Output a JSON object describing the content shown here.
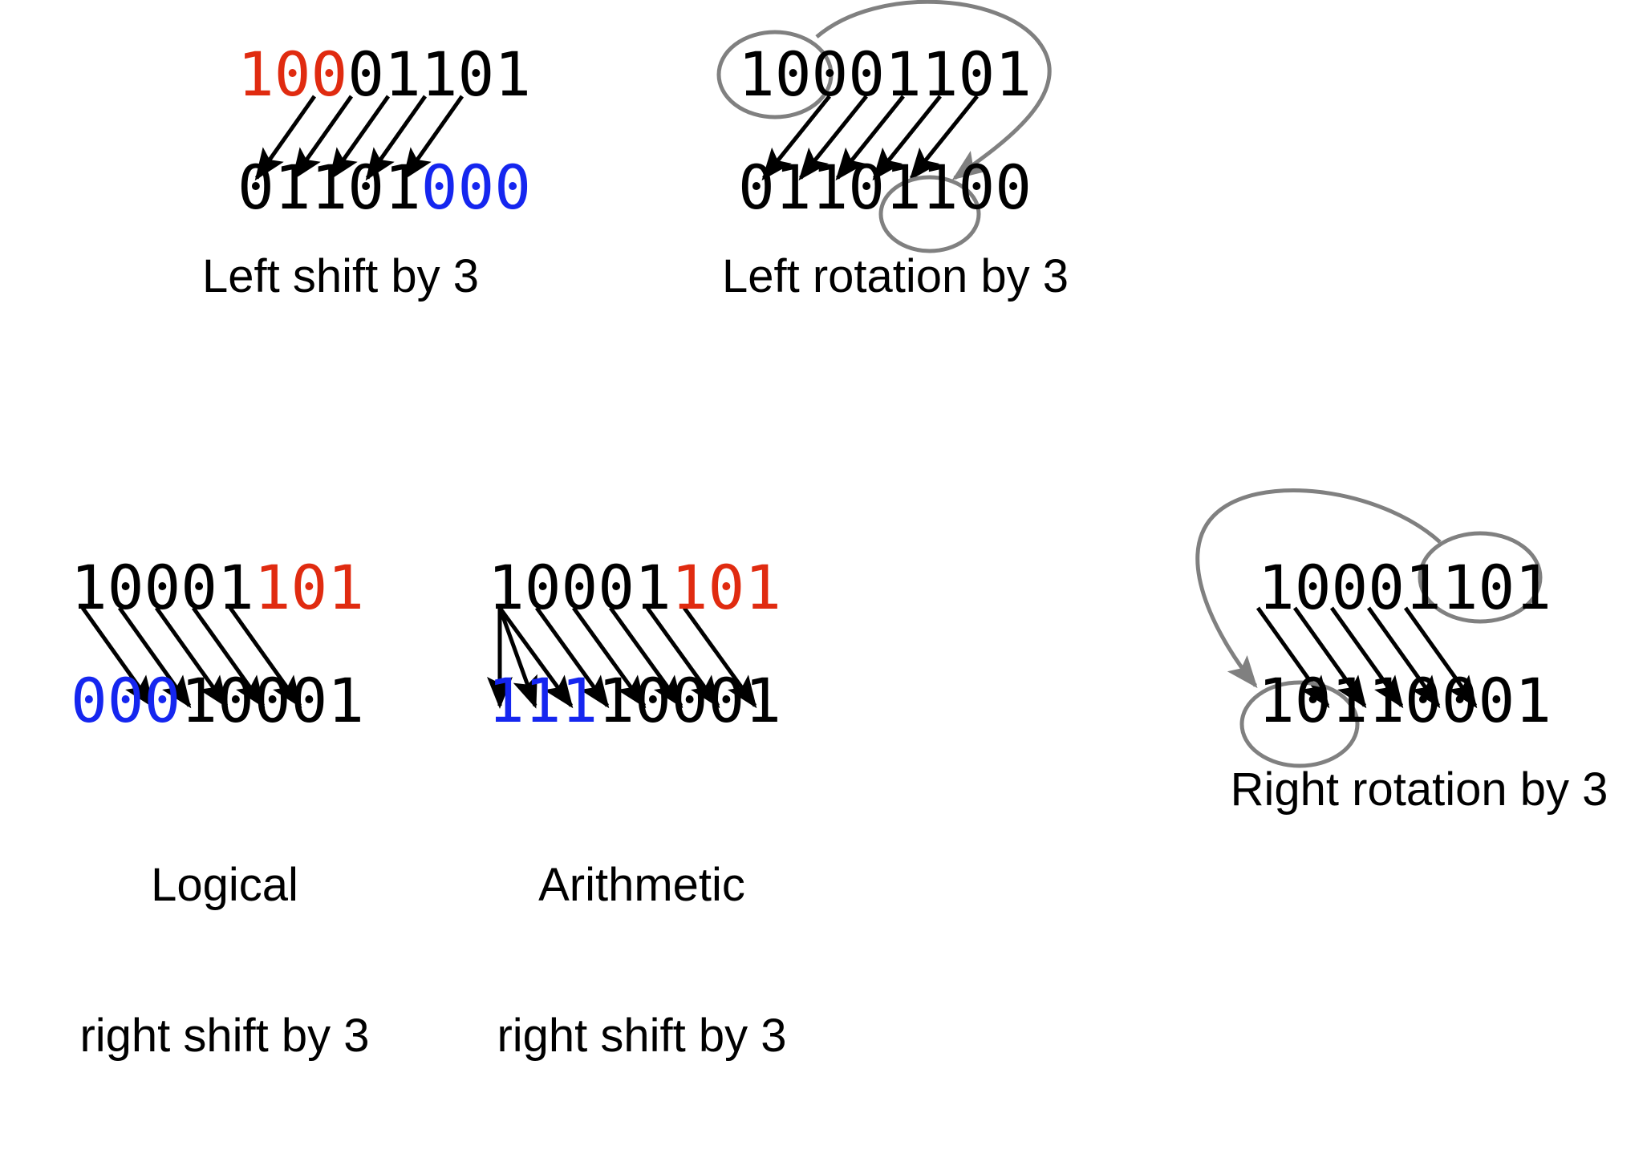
{
  "figure": {
    "title": "Bit shift and rotation operations on an 8-bit value",
    "background": "#ffffff",
    "colors": {
      "highlight_out": "#e02b10",
      "fill_in": "#1526ef",
      "text": "#000000",
      "annotation": "#808080"
    }
  },
  "panels": [
    {
      "id": "left-shift",
      "caption": "Left shift by 3",
      "caption_line2": "",
      "input": {
        "prefix": "100",
        "prefix_color": "highlight_out",
        "rest": "01101"
      },
      "output": {
        "head": "01101",
        "suffix": "000",
        "suffix_color": "fill_in"
      },
      "input_full": "10001101",
      "output_full": "01101000",
      "arrows": 5,
      "rotation_arc": false
    },
    {
      "id": "left-rotation",
      "caption": "Left rotation by 3",
      "caption_line2": "",
      "input_full": "10001101",
      "output_full": "01101100",
      "circle_in_text": "100",
      "circle_out_text": "100",
      "arrows": 5,
      "rotation_arc": true
    },
    {
      "id": "logical-right-shift",
      "caption": "Logical",
      "caption_line2": "right shift by 3",
      "input": {
        "head": "10001",
        "suffix": "101",
        "suffix_color": "highlight_out"
      },
      "output": {
        "prefix": "000",
        "prefix_color": "fill_in",
        "rest": "10001"
      },
      "input_full": "10001101",
      "output_full": "00010001",
      "arrows": 5,
      "rotation_arc": false
    },
    {
      "id": "arithmetic-right-shift",
      "caption": "Arithmetic",
      "caption_line2": "right shift by 3",
      "input": {
        "head": "10001",
        "suffix": "101",
        "suffix_color": "highlight_out"
      },
      "output": {
        "prefix": "111",
        "prefix_color": "fill_in",
        "rest": "10001"
      },
      "input_full": "10001101",
      "output_full": "11110001",
      "arrows": 8,
      "sign_extend_arrows": 3,
      "rotation_arc": false
    },
    {
      "id": "right-rotation",
      "caption": "Right rotation by 3",
      "caption_line2": "",
      "input_full": "10001101",
      "output_full": "10110001",
      "circle_in_text": "101",
      "circle_out_text": "101",
      "arrows": 5,
      "rotation_arc": true
    }
  ]
}
